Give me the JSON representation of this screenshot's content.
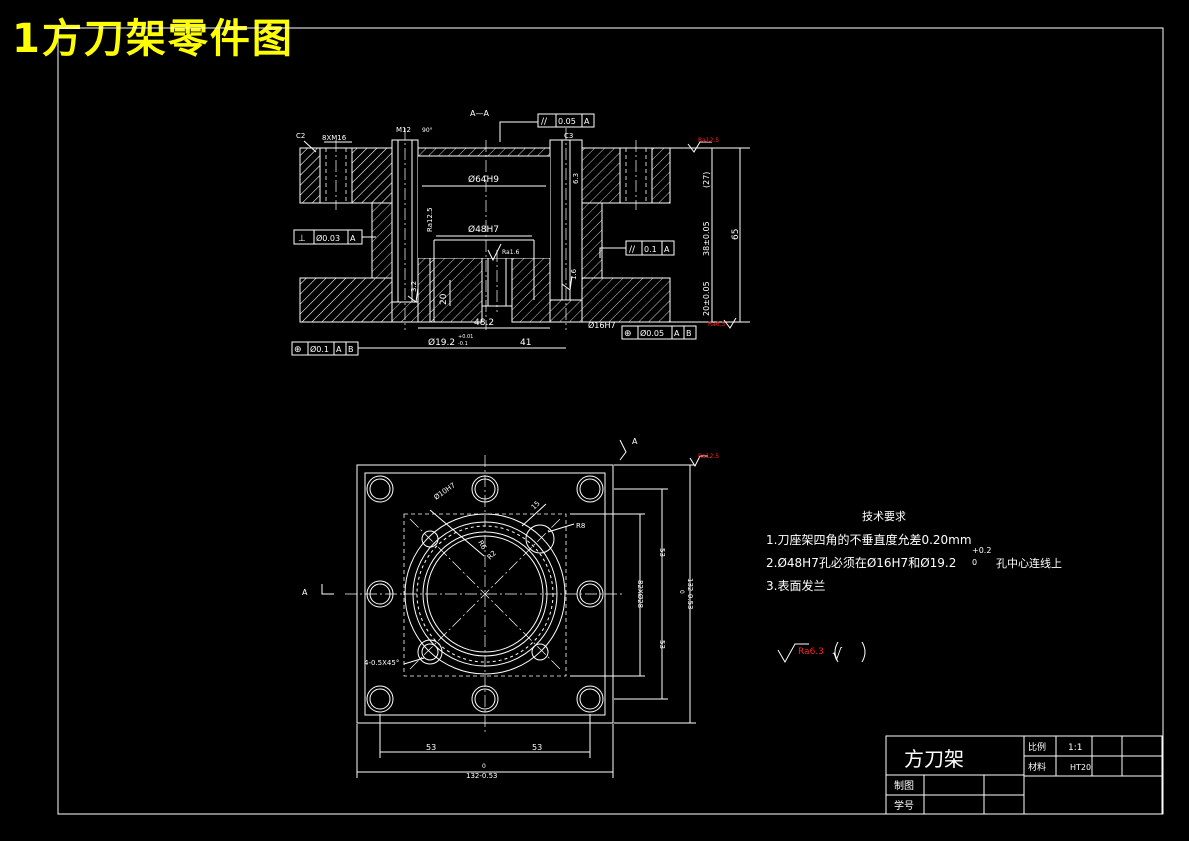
{
  "page_title": "1方刀架零件图",
  "section": {
    "label": "A—A",
    "dims": {
      "thread": "8XM16",
      "chamfer_c2": "C2",
      "chamfer_c3": "C3",
      "m12": "M12",
      "angle": "90°",
      "bore_large": "Ø64H9",
      "bore_mid": "Ø48H7",
      "d20": "20",
      "d48_2": "48.2",
      "d19_2": "Ø19.2",
      "d19_2_tol_upper": "+0.01",
      "d19_2_tol_lower": "-0.1",
      "d41": "41",
      "d16h7": "Ø16H7",
      "d27": "(27)",
      "d38": "38±0.05",
      "d20b": "20±0.05",
      "d65": "65",
      "ra12_5": "Ra12.5",
      "ra1_6": "Ra1.6",
      "r6_3": "6.3",
      "r3_2": "3.2",
      "r1_6": "1.6",
      "ra_red_top": "Ra12.5",
      "ra_red_bottom": "Ra6.3"
    },
    "tolerances": {
      "parallel_top": [
        "//",
        "0.05",
        "A"
      ],
      "perp_left": [
        "⊥",
        "Ø0.03",
        "A"
      ],
      "parallel_right": [
        "//",
        "0.1",
        "A"
      ],
      "pos_bottom_left": [
        "⊕",
        "Ø0.1",
        "A",
        "B"
      ],
      "pos_bottom_right": [
        "⊕",
        "Ø0.05",
        "A",
        "B"
      ]
    }
  },
  "plan": {
    "label_a_side": "A",
    "label_a_top": "A",
    "dims": {
      "d53_left": "53",
      "d53_right": "53",
      "d132": "132-0.53",
      "d132_upper": "0",
      "d132_v": "132-0.53",
      "d132_v_upper": "0",
      "d53_up": "53",
      "d53_down": "53",
      "d28": "82XØ28",
      "chamfer": "4-0.5X45°",
      "hole": "Ø10H7",
      "r15": "15",
      "r8": "R8",
      "r6": "R6",
      "r2": "R2",
      "ra_red": "Ra12.5"
    }
  },
  "tech_requirements": {
    "title": "技术要求",
    "items": [
      "1.刀座架四角的不垂直度允差0.20mm",
      "2.Ø48H7孔必须在Ø16H7和Ø19.2",
      "3.表面发兰"
    ],
    "item2_tail": "孔中心连线上",
    "item2_tol_upper": "+0.2",
    "item2_tol_lower": "0",
    "roughness": "Ra6.3",
    "roughness_check": "√"
  },
  "title_block": {
    "part_name": "方刀架",
    "scale_label": "比例",
    "scale_value": "1:1",
    "material_label": "材料",
    "material_value": "HT20",
    "drawn_label": "制图",
    "student_label": "学号"
  }
}
